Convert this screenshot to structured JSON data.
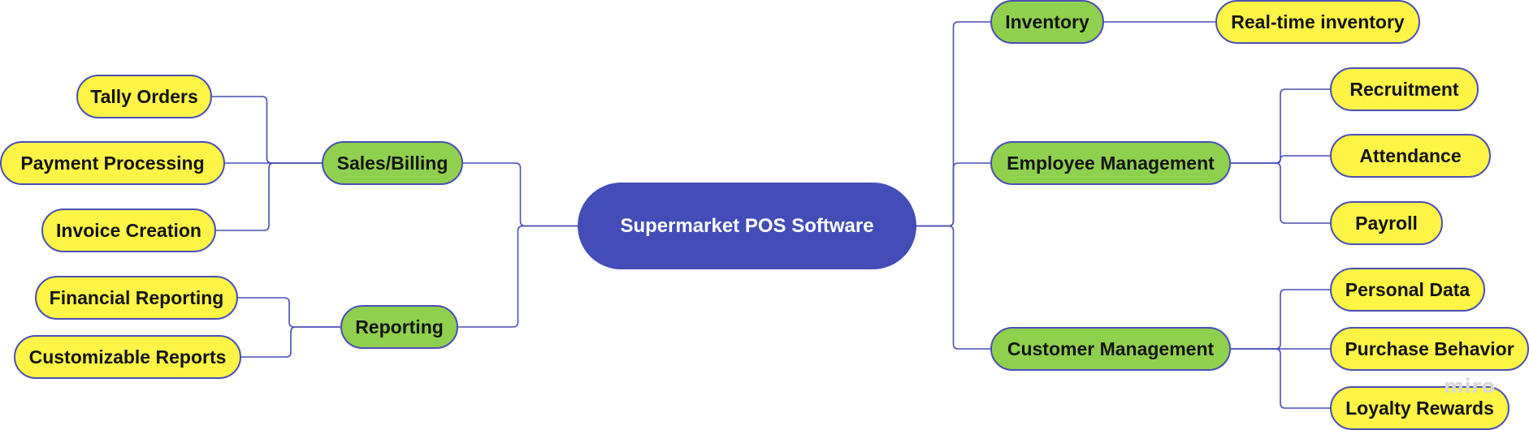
{
  "diagram": {
    "title": "Supermarket POS Software",
    "colors": {
      "root_fill": "#434db8",
      "branch_fill": "#8fd14f",
      "leaf_fill": "#fef445",
      "line": "#4a4fb3",
      "node_text": "#141414",
      "root_text": "#ffffff"
    },
    "nodes": {
      "root": "Supermarket POS Software",
      "sales_billing": "Sales/Billing",
      "reporting": "Reporting",
      "inventory": "Inventory",
      "employee_management": "Employee Management",
      "customer_management": "Customer Management",
      "tally_orders": "Tally Orders",
      "payment_processing": "Payment Processing",
      "invoice_creation": "Invoice Creation",
      "financial_reporting": "Financial Reporting",
      "customizable_reports": "Customizable Reports",
      "real_time_inventory": "Real-time inventory",
      "recruitment": "Recruitment",
      "attendance": "Attendance",
      "payroll": "Payroll",
      "personal_data": "Personal Data",
      "purchase_behavior": "Purchase Behavior",
      "loyalty_rewards": "Loyalty Rewards"
    },
    "edges": [
      [
        "root",
        "sales_billing"
      ],
      [
        "root",
        "reporting"
      ],
      [
        "root",
        "inventory"
      ],
      [
        "root",
        "employee_management"
      ],
      [
        "root",
        "customer_management"
      ],
      [
        "sales_billing",
        "tally_orders"
      ],
      [
        "sales_billing",
        "payment_processing"
      ],
      [
        "sales_billing",
        "invoice_creation"
      ],
      [
        "reporting",
        "financial_reporting"
      ],
      [
        "reporting",
        "customizable_reports"
      ],
      [
        "inventory",
        "real_time_inventory"
      ],
      [
        "employee_management",
        "recruitment"
      ],
      [
        "employee_management",
        "attendance"
      ],
      [
        "employee_management",
        "payroll"
      ],
      [
        "customer_management",
        "personal_data"
      ],
      [
        "customer_management",
        "purchase_behavior"
      ],
      [
        "customer_management",
        "loyalty_rewards"
      ]
    ]
  },
  "watermark": "miro"
}
